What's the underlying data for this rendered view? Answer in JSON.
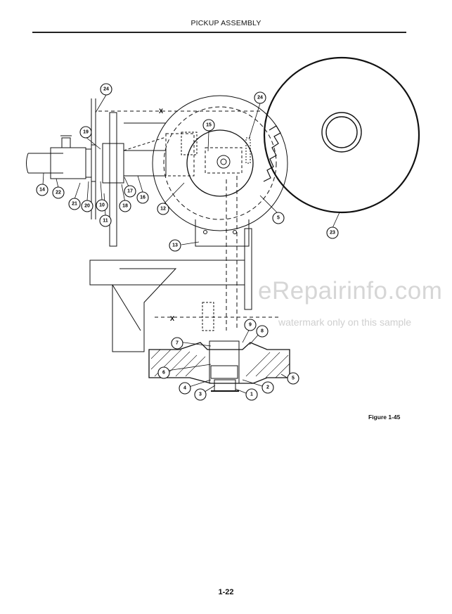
{
  "header": {
    "title": "PICKUP ASSEMBLY"
  },
  "figure": {
    "caption": "Figure 1-45"
  },
  "page": {
    "number": "1-22"
  },
  "watermark": {
    "main": "eRepairinfo.com",
    "sub": "watermark only on this sample"
  },
  "diagram": {
    "section_marker": "X",
    "callouts": [
      "1",
      "2",
      "3",
      "4",
      "5",
      "6",
      "7",
      "8",
      "9",
      "10",
      "11",
      "12",
      "13",
      "14",
      "15",
      "16",
      "17",
      "18",
      "19",
      "20",
      "21",
      "22",
      "23",
      "24"
    ]
  }
}
